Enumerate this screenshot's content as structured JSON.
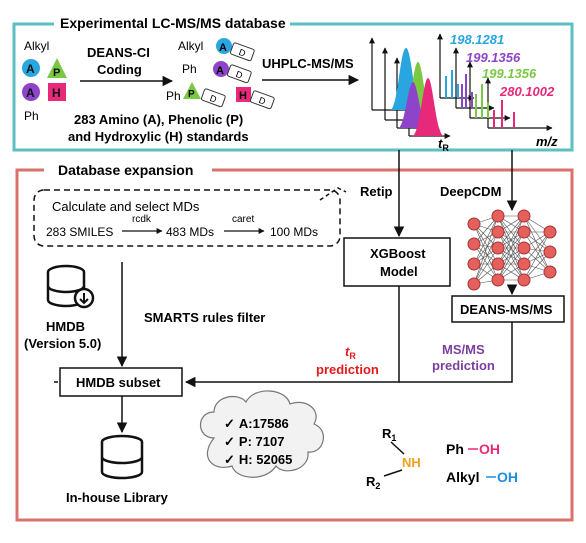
{
  "top_panel": {
    "title": "Experimental LC-MS/MS database",
    "border_color": "#5bbfc4",
    "left_labels": {
      "alkyl": "Alkyl",
      "ph": "Ph"
    },
    "symbols": {
      "amino": "A",
      "phenolic": "P",
      "hydroxylic": "H"
    },
    "coding_line1": "DEANS-CI",
    "coding_line2": "Coding",
    "tag_label": "D",
    "standards_line1": "283 Amino (A), Phenolic (P)",
    "standards_line2": "and Hydroxylic (H) standards",
    "uhplc_label": "UHPLC-MS/MS",
    "tr_axis": "t",
    "tr_sub": "R",
    "mz_axis": "m/z",
    "masses": [
      "198.1281",
      "199.1356",
      "199.1356",
      "280.1002"
    ],
    "mass_colors": [
      "#29a6e0",
      "#8e44c9",
      "#7ac943",
      "#e8297a"
    ]
  },
  "bottom_panel": {
    "title": "Database expansion",
    "border_color": "#d9726b",
    "md_box_title": "Calculate and select MDs",
    "smiles": "283 SMILES",
    "rcdk": "rcdk",
    "mds_483": "483 MDs",
    "caret": "caret",
    "mds_100": "100 MDs",
    "retip": "Retip",
    "deepcdm": "DeepCDM",
    "xgboost_line1": "XGBoost",
    "xgboost_line2": "Model",
    "deans_msms": "DEANS-MS/MS",
    "hmdb_line1": "HMDB",
    "hmdb_line2": "(Version 5.0)",
    "smarts": "SMARTS rules filter",
    "tr_pred_t": "t",
    "tr_pred_sub": "R",
    "tr_pred_label": "prediction",
    "msms_line1": "MS/MS",
    "msms_line2": "prediction",
    "hmdb_subset": "HMDB subset",
    "library": "In-house Library",
    "counts": [
      "A:17586",
      "P: 7107",
      "H: 52065"
    ],
    "check": "✓",
    "struct": {
      "r1": "R",
      "r1_sub": "1",
      "r2": "R",
      "r2_sub": "2",
      "nh": "NH",
      "ph": "Ph",
      "alkyl": "Alkyl",
      "oh": "OH"
    },
    "colors": {
      "red": "#e01b1b",
      "purple": "#7b3fa0",
      "magenta": "#e8297a",
      "blue": "#1a8fe0",
      "orange": "#f0a020",
      "node": "#e4605c"
    }
  }
}
